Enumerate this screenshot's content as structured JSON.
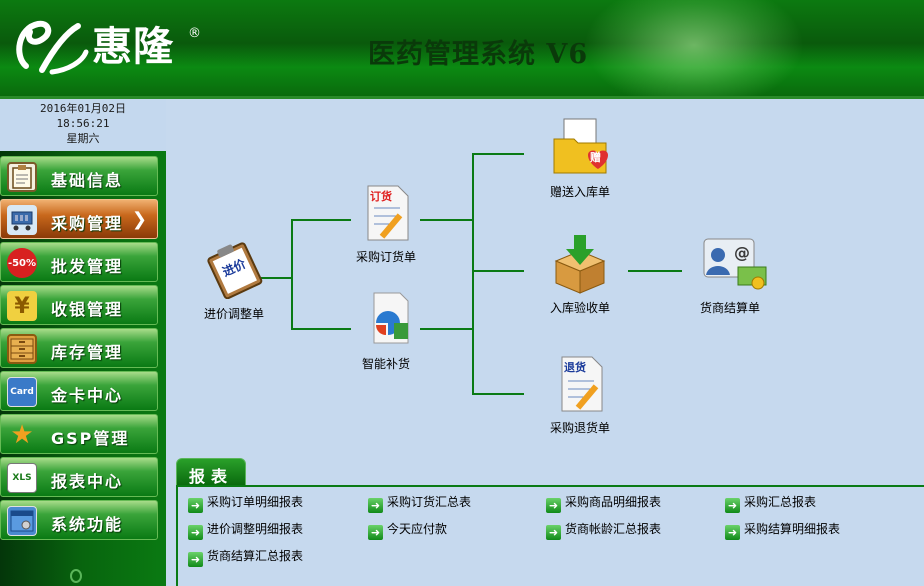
{
  "header": {
    "logo_text": "惠隆",
    "logo_reg": "®",
    "app_title": "医药管理系统 V6"
  },
  "clock": {
    "date": "2016年01月02日",
    "time": "18:56:21",
    "weekday": "星期六"
  },
  "sidebar": {
    "items": [
      {
        "label": "基础信息",
        "icon": "clipboard-icon",
        "active": false
      },
      {
        "label": "采购管理",
        "icon": "shopping-cart-icon",
        "active": true
      },
      {
        "label": "批发管理",
        "icon": "discount-tag-icon",
        "icon_text": "-50%",
        "active": false
      },
      {
        "label": "收银管理",
        "icon": "yen-icon",
        "icon_text": "¥",
        "active": false
      },
      {
        "label": "库存管理",
        "icon": "cabinet-icon",
        "active": false
      },
      {
        "label": "金卡中心",
        "icon": "card-icon",
        "icon_text": "Card",
        "active": false
      },
      {
        "label": "GSP管理",
        "icon": "star-badge-icon",
        "active": false
      },
      {
        "label": "报表中心",
        "icon": "spreadsheet-icon",
        "icon_text": "XLS",
        "active": false
      },
      {
        "label": "系统功能",
        "icon": "settings-window-icon",
        "active": false
      }
    ]
  },
  "flow": {
    "nodes": [
      {
        "label": "进价调整单",
        "icon": "price-adjust-icon",
        "icon_text": "进价"
      },
      {
        "label": "采购订货单",
        "icon": "purchase-order-icon",
        "icon_text": "订货"
      },
      {
        "label": "智能补货",
        "icon": "smart-restock-icon"
      },
      {
        "label": "赠送入库单",
        "icon": "gift-folder-icon",
        "icon_text": "赠"
      },
      {
        "label": "入库验收单",
        "icon": "receiving-box-icon"
      },
      {
        "label": "采购退货单",
        "icon": "return-goods-icon",
        "icon_text": "退货"
      },
      {
        "label": "货商结算单",
        "icon": "supplier-settlement-icon",
        "icon_text": "@"
      }
    ]
  },
  "reports": {
    "tab_label": "报表",
    "links": [
      "采购订单明细报表",
      "采购订货汇总表",
      "采购商品明细报表",
      "采购汇总报表",
      "进价调整明细报表",
      "今天应付款",
      "货商帐龄汇总报表",
      "采购结算明细报表",
      "货商结算汇总报表"
    ]
  },
  "colors": {
    "header_green": "#0a5a0c",
    "main_bg": "#c6d9ee",
    "line_green": "#0a7a14",
    "active_orange": "#c8681c"
  }
}
